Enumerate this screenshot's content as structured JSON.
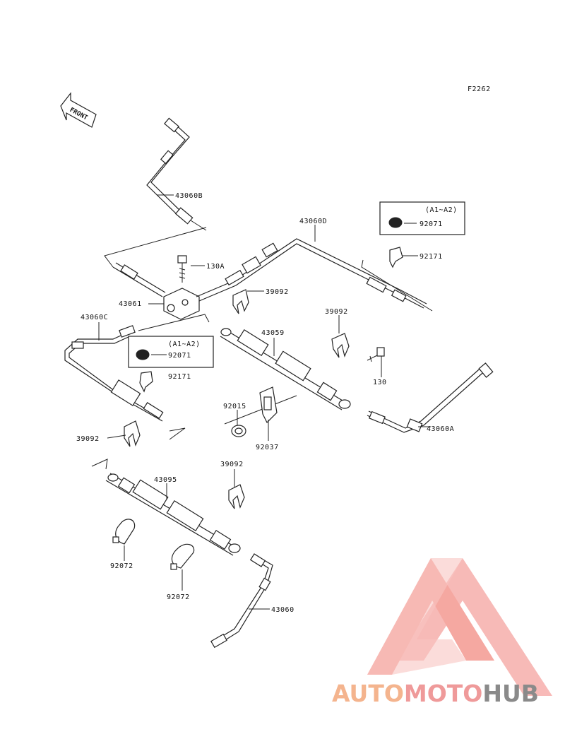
{
  "figure_code": "F2262",
  "front_label": "FRONT",
  "logo": {
    "part1": "AUTO",
    "part2": "MOTO",
    "part3": "HUB"
  },
  "callouts": [
    {
      "id": "43060B",
      "text": "43060B"
    },
    {
      "id": "130A",
      "text": "130A"
    },
    {
      "id": "43060D",
      "text": "43060D"
    },
    {
      "id": "A1A2-top",
      "text": "(A1~A2)"
    },
    {
      "id": "92071-top",
      "text": "92071"
    },
    {
      "id": "92171-top",
      "text": "92171"
    },
    {
      "id": "39092-a",
      "text": "39092"
    },
    {
      "id": "43061",
      "text": "43061"
    },
    {
      "id": "39092-b",
      "text": "39092"
    },
    {
      "id": "43060C",
      "text": "43060C"
    },
    {
      "id": "43059",
      "text": "43059"
    },
    {
      "id": "A1A2-mid",
      "text": "(A1~A2)"
    },
    {
      "id": "92071-mid",
      "text": "92071"
    },
    {
      "id": "130",
      "text": "130"
    },
    {
      "id": "92171-mid",
      "text": "92171"
    },
    {
      "id": "92015",
      "text": "92015"
    },
    {
      "id": "43060A",
      "text": "43060A"
    },
    {
      "id": "92037",
      "text": "92037"
    },
    {
      "id": "39092-c",
      "text": "39092"
    },
    {
      "id": "39092-d",
      "text": "39092"
    },
    {
      "id": "43095",
      "text": "43095"
    },
    {
      "id": "92072-a",
      "text": "92072"
    },
    {
      "id": "92072-b",
      "text": "92072"
    },
    {
      "id": "43060",
      "text": "43060"
    }
  ],
  "colors": {
    "logo_orange": "#f4b48e",
    "logo_pink": "#ef9a9a",
    "logo_gray": "#8a8a8a",
    "triangle": "#f28b82"
  }
}
